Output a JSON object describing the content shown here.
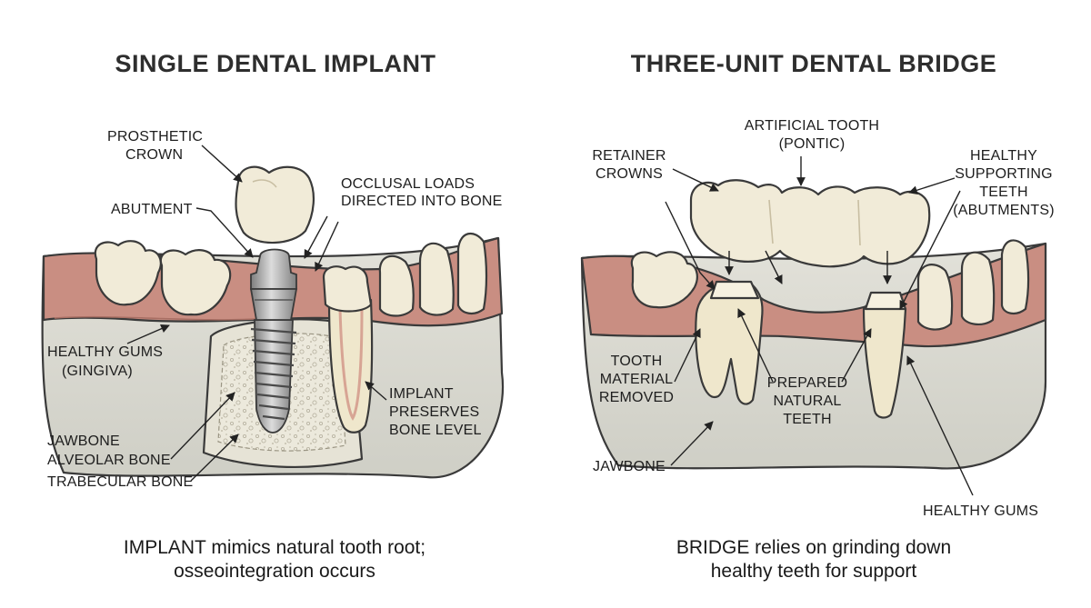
{
  "colors": {
    "bone": "#dcdcd3",
    "gum": "#c98e82",
    "tooth": "#f1ebd8",
    "outline": "#3a3a3a"
  },
  "implant_panel": {
    "title": "SINGLE DENTAL IMPLANT",
    "labels": {
      "crown_1": "PROSTHETIC",
      "crown_2": "CROWN",
      "abutment": "ABUTMENT",
      "loads_1": "OCCLUSAL LOADS",
      "loads_2": "DIRECTED INTO BONE",
      "gums_1": "HEALTHY GUMS",
      "gums_2": "(GINGIVA)",
      "preserves_1": "IMPLANT",
      "preserves_2": "PRESERVES",
      "preserves_3": "BONE LEVEL",
      "jawbone": "JAWBONE",
      "alveolar": "ALVEOLAR BONE",
      "trabecular": "TRABECULAR BONE"
    },
    "caption_1": "IMPLANT mimics natural tooth root;",
    "caption_2": "osseointegration occurs"
  },
  "bridge_panel": {
    "title": "THREE-UNIT DENTAL BRIDGE",
    "labels": {
      "pontic_1": "ARTIFICIAL TOOTH",
      "pontic_2": "(PONTIC)",
      "retainer_1": "RETAINER",
      "retainer_2": "CROWNS",
      "healthy_1": "HEALTHY",
      "healthy_2": "SUPPORTING",
      "healthy_3": "TEETH",
      "healthy_4": "(ABUTMENTS)",
      "removed_1": "TOOTH",
      "removed_2": "MATERIAL",
      "removed_3": "REMOVED",
      "prepared_1": "PREPARED",
      "prepared_2": "NATURAL",
      "prepared_3": "TEETH",
      "jawbone": "JAWBONE",
      "gums": "HEALTHY GUMS"
    },
    "caption_1": "BRIDGE relies on grinding down",
    "caption_2": "healthy teeth for support"
  }
}
